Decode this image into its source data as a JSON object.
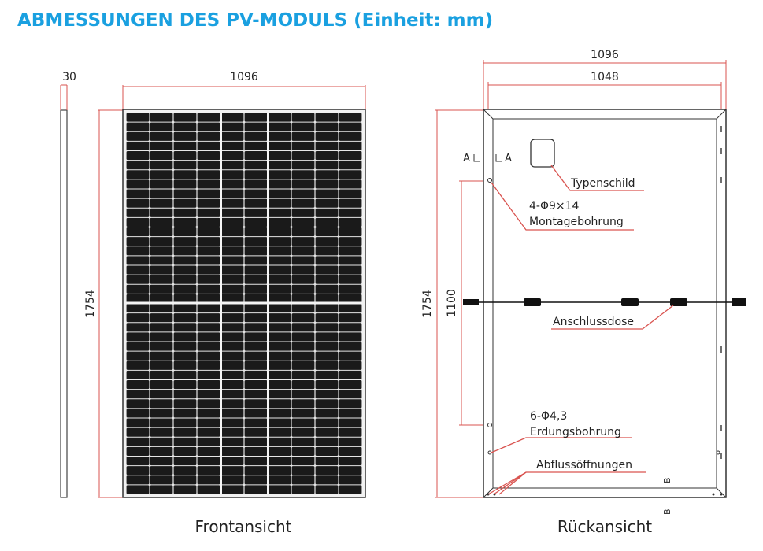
{
  "title": "ABMESSUNGEN DES PV-MODULS (Einheit: mm)",
  "front": {
    "caption": "Frontansicht",
    "width_label": "1096",
    "height_label": "1754",
    "depth_label": "30"
  },
  "back": {
    "caption": "Rückansicht",
    "outer_width_label": "1096",
    "inner_width_label": "1048",
    "height_label": "1754",
    "mount_spacing_label": "1100",
    "section_a_left": "A",
    "section_a_right": "A",
    "section_b_top": "B",
    "section_b_bottom": "B",
    "nameplate_label": "Typenschild",
    "mounting_holes_spec": "4-Φ9×14",
    "mounting_holes_label": "Montagebohrung",
    "junction_box_label": "Anschlussdose",
    "ground_holes_spec": "6-Φ4,3",
    "ground_holes_label": "Erdungsbohrung",
    "drain_label": "Abflussöffnungen"
  },
  "colors": {
    "title": "#1aa0e0",
    "dimension_lines": "#d9534f",
    "outline": "#333333",
    "cells": "#1a1a1a"
  }
}
